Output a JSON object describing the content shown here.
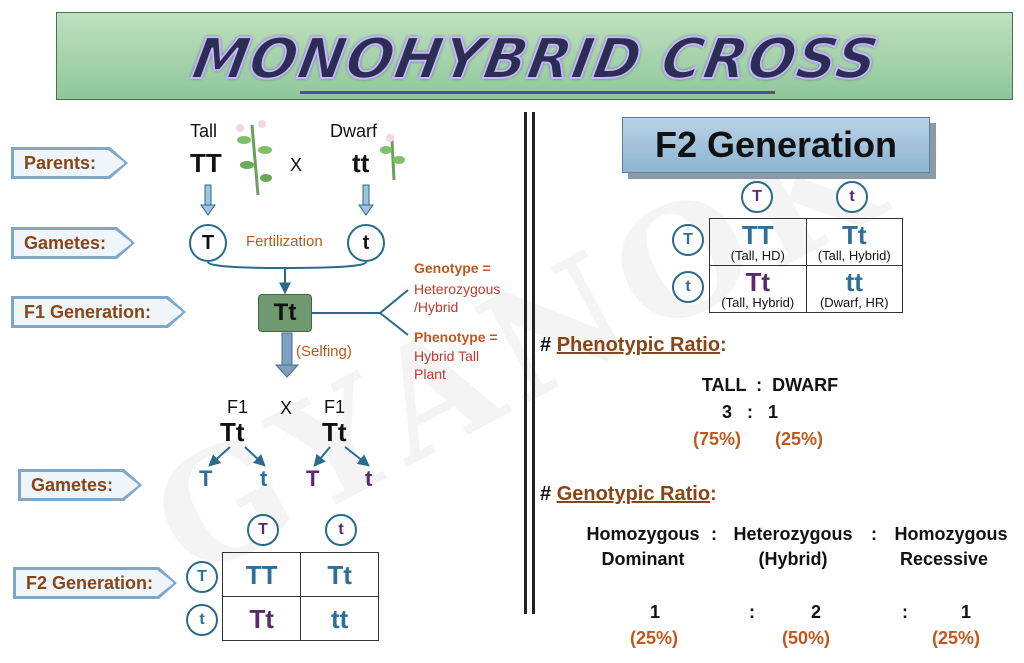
{
  "title": "MONOHYBRID CROSS",
  "watermark": "GYANOK",
  "left": {
    "labels": {
      "parents": "Parents:",
      "gametes1": "Gametes:",
      "f1": "F1 Generation:",
      "gametes2": "Gametes:",
      "f2": "F2 Generation:"
    },
    "parents": {
      "tall_label": "Tall",
      "dwarf_label": "Dwarf",
      "tall_geno": "TT",
      "dwarf_geno": "tt",
      "cross": "X"
    },
    "gametes": {
      "dominant": "T",
      "recessive": "t",
      "fertilization": "Fertilization"
    },
    "f1": {
      "geno": "Tt",
      "genotype_title": "Genotype =",
      "genotype_value_1": "Heterozygous",
      "genotype_value_2": "/Hybrid",
      "phenotype_title": "Phenotype =",
      "phenotype_value_1": "Hybrid Tall",
      "phenotype_value_2": "Plant",
      "selfing": "(Selfing)"
    },
    "f1_cross": {
      "left_label": "F1",
      "right_label": "F1",
      "cross": "X",
      "left_geno": "Tt",
      "right_geno": "Tt",
      "gametes": [
        "T",
        "t",
        "T",
        "t"
      ]
    },
    "punnett": {
      "col_headers": [
        "T",
        "t"
      ],
      "row_headers": [
        "T",
        "t"
      ],
      "cells": [
        [
          "TT",
          "Tt"
        ],
        [
          "Tt",
          "tt"
        ]
      ]
    }
  },
  "right": {
    "heading": "F2 Generation",
    "punnett": {
      "col_headers": [
        "T",
        "t"
      ],
      "row_headers": [
        "T",
        "t"
      ],
      "cells": [
        [
          {
            "geno": "TT",
            "note": "(Tall, HD)"
          },
          {
            "geno": "Tt",
            "note": "(Tall, Hybrid)"
          }
        ],
        [
          {
            "geno": "Tt",
            "note": "(Tall, Hybrid)"
          },
          {
            "geno": "tt",
            "note": "(Dwarf, HR)"
          }
        ]
      ]
    },
    "phenotypic": {
      "hash": "#",
      "title": "Phenotypic Ratio",
      "colon": ":",
      "header": "TALL  :  DWARF",
      "numbers": "3   :   1",
      "pct_left": "(75%)",
      "pct_right": "(25%)"
    },
    "genotypic": {
      "hash": "#",
      "title": "Genotypic Ratio",
      "colon": ":",
      "h1a": "Homozygous",
      "h1b": "Dominant",
      "h2a": "Heterozygous",
      "h2b": "(Hybrid)",
      "h3a": "Homozygous",
      "h3b": "Recessive",
      "sep": ":",
      "n1": "1",
      "n2": "2",
      "n3": "1",
      "p1": "(25%)",
      "p2": "(50%)",
      "p3": "(25%)"
    }
  },
  "colors": {
    "dominant": "#2e6f99",
    "recessive": "#5b2a6e",
    "label": "#8a4516",
    "percent": "#c0581e"
  }
}
